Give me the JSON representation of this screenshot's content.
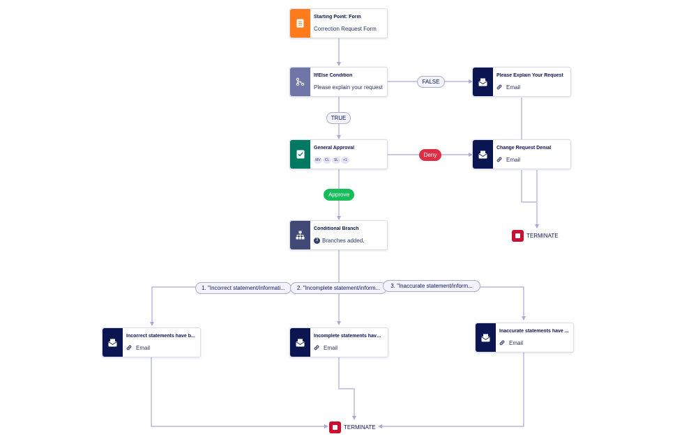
{
  "colors": {
    "form": "#ff7b1c",
    "condition": "#6f76a7",
    "approval": "#007862",
    "branch": "#414a77",
    "email": "#0a1551",
    "terminate": "#c8102e",
    "deny": "#dc2f45",
    "approve": "#18bd5b",
    "edge": "#a8aad8"
  },
  "nodes": {
    "start": {
      "title": "Starting Point: Form",
      "subtitle": "Correction Request Form",
      "icon": "form-icon"
    },
    "ifelse": {
      "title": "If/Else Condition",
      "subtitle": "Please explain your request I",
      "icon": "condition-icon"
    },
    "explain": {
      "title": "Please Explain Your Request",
      "subtitle": "Email",
      "icon": "email-icon"
    },
    "approval": {
      "title": "General Approval",
      "avatars": [
        "MV",
        "CL",
        "SL",
        "+1"
      ],
      "icon": "approval-icon"
    },
    "denial": {
      "title": "Change Request Denial",
      "subtitle": "Email",
      "icon": "email-icon"
    },
    "branch": {
      "title": "Conditional Branch",
      "badge": "3",
      "subtitle": "Branches added.",
      "icon": "branch-icon"
    },
    "incorrect": {
      "title": "Incorrect statements have b...",
      "subtitle": "Email",
      "icon": "email-icon"
    },
    "incomplete": {
      "title": "Incomplete statements have ...",
      "subtitle": "Email",
      "icon": "email-icon"
    },
    "inaccurate": {
      "title": "Inaccurate statements have ...",
      "subtitle": "Email",
      "icon": "email-icon"
    }
  },
  "labels": {
    "false": "FALSE",
    "true": "TRUE",
    "deny": "Deny",
    "approve": "Approve",
    "branch1": "1. \"Incorrect statement/informati...",
    "branch2": "2. \"Incomplete statement/inform...",
    "branch3": "3. \"Inaccurate statement/inform..."
  },
  "terminate": {
    "label": "TERMINATE"
  }
}
